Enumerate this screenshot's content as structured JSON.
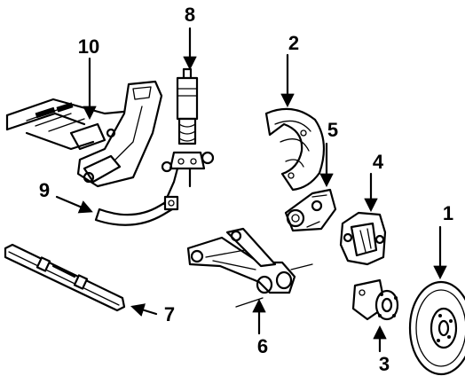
{
  "callouts": [
    {
      "id": "1",
      "label": "1"
    },
    {
      "id": "2",
      "label": "2"
    },
    {
      "id": "3",
      "label": "3"
    },
    {
      "id": "4",
      "label": "4"
    },
    {
      "id": "5",
      "label": "5"
    },
    {
      "id": "6",
      "label": "6"
    },
    {
      "id": "7",
      "label": "7"
    },
    {
      "id": "8",
      "label": "8"
    },
    {
      "id": "9",
      "label": "9"
    },
    {
      "id": "10",
      "label": "10"
    }
  ],
  "icons": {
    "p1": "brake-rotor-icon",
    "p2": "brake-backing-plate-icon",
    "p3": "wheel-hub-bearing-icon",
    "p4": "brake-caliper-icon",
    "p5": "knuckle-bracket-icon",
    "p6": "lower-control-arm-icon",
    "p7": "leaf-spring-icon",
    "p8": "shock-absorber-icon",
    "p9": "stabilizer-bar-icon",
    "p10": "axle-crossmember-icon"
  }
}
